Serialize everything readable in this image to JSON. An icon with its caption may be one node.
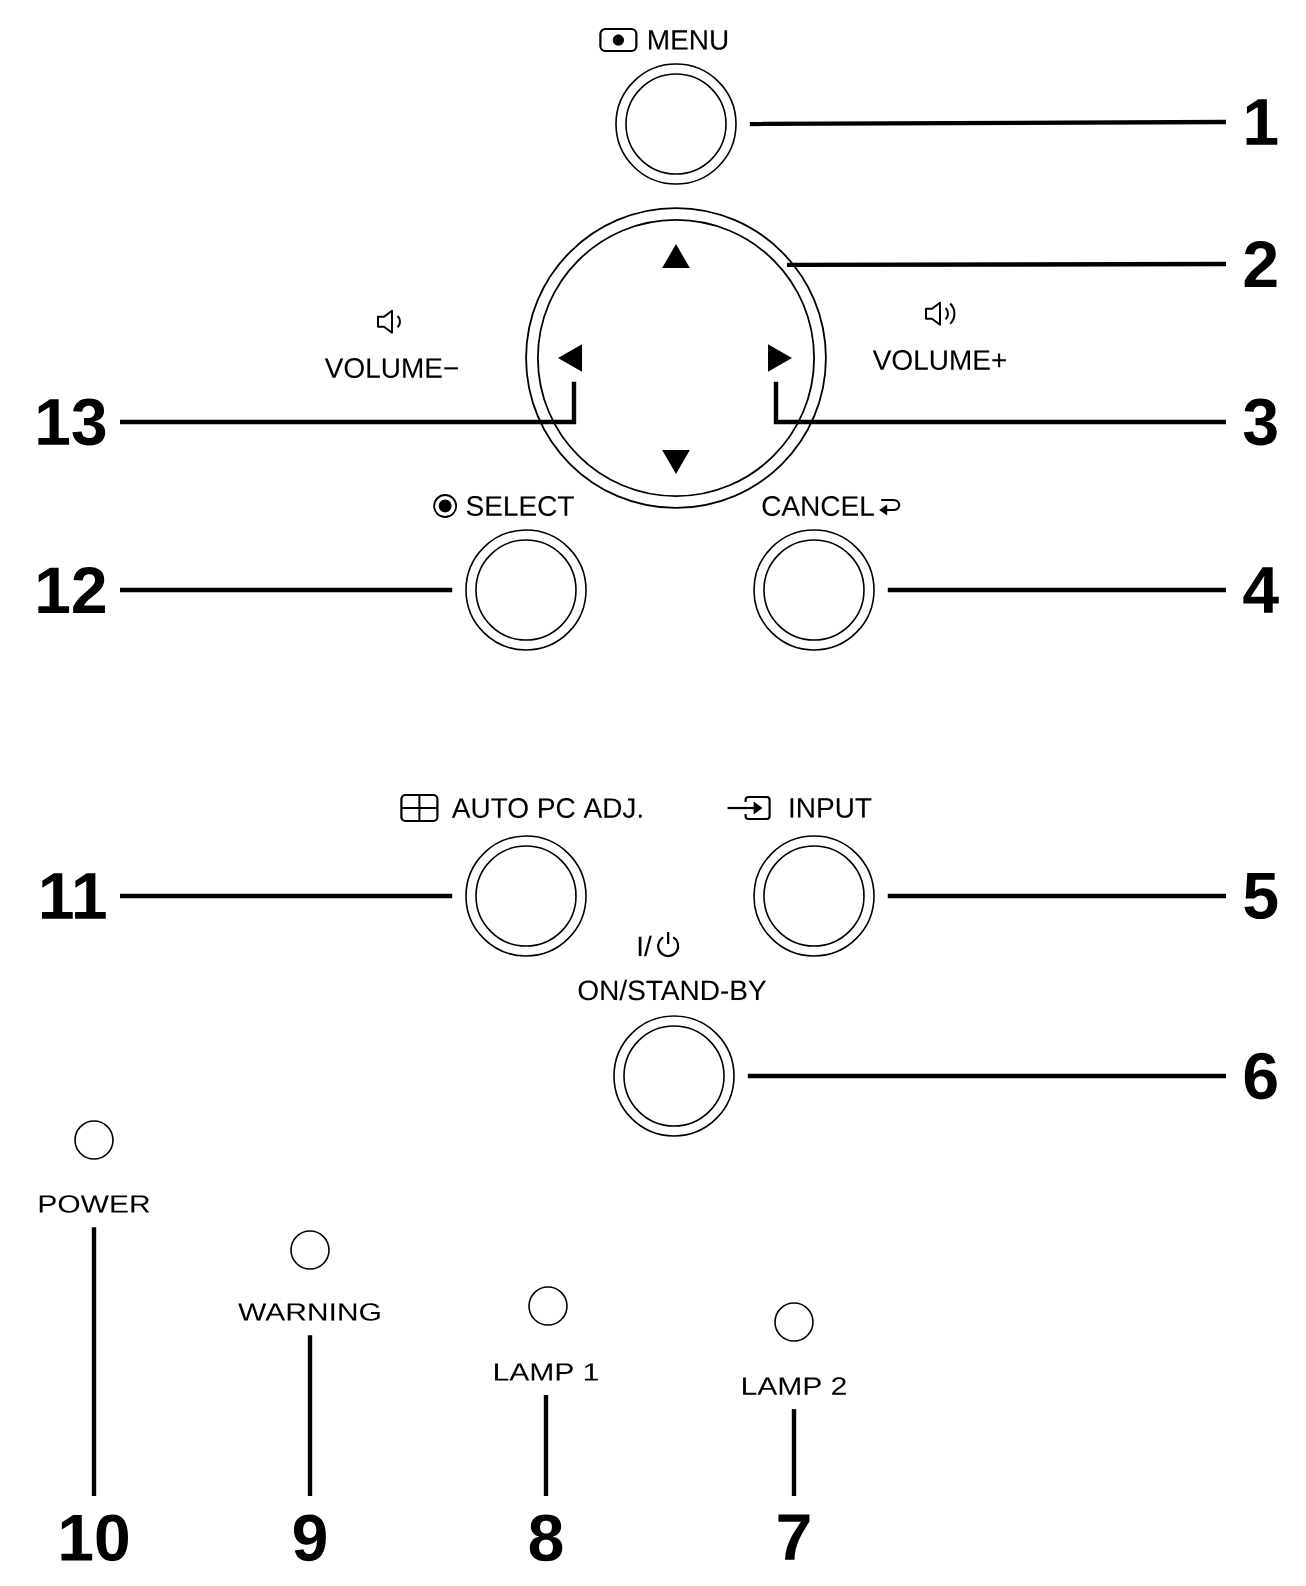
{
  "diagram": {
    "nodes": [
      {
        "text": [
          "MENU"
        ]
      },
      {
        "text": [
          "1"
        ]
      },
      {
        "text": [],
        "shape": "circle"
      },
      {
        "text": [],
        "shape": "triangle",
        "in": 2
      },
      {
        "text": [],
        "shape": "triangle",
        "in": 2
      },
      {
        "text": [],
        "shape": "triangle",
        "in": 2
      },
      {
        "text": [],
        "shape": "triangle",
        "in": 2
      },
      {
        "text": [
          "2"
        ]
      },
      {
        "text": [
          "13"
        ]
      },
      {
        "text": [
          "3"
        ]
      },
      {
        "text": [
          "12"
        ]
      },
      {
        "text": [
          "SELECT"
        ]
      },
      {
        "text": [
          "CANCEL"
        ]
      },
      {
        "text": [
          "4"
        ]
      },
      {
        "text": [
          "11"
        ]
      },
      {
        "text": [
          "AUTO PC ADJ."
        ]
      },
      {
        "text": [
          "INPUT"
        ]
      },
      {
        "text": [
          "5"
        ]
      },
      {
        "text": [
          "I/",
          "ON/STAND-BY"
        ]
      },
      {
        "text": [
          "6"
        ]
      },
      {
        "text": [
          "POWER"
        ]
      },
      {
        "text": [
          "WARNING"
        ]
      },
      {
        "text": [
          "LAMP 1"
        ]
      },
      {
        "text": [
          "LAMP 2"
        ]
      },
      {
        "text": [
          "10"
        ]
      },
      {
        "text": [
          "9"
        ]
      },
      {
        "text": [
          "8"
        ]
      },
      {
        "text": [
          "7"
        ]
      }
    ],
    "edges": [
      {
        "from": 1,
        "to": 0,
        "arrow": "none"
      },
      {
        "from": 7,
        "to": 2,
        "arrow": "none"
      },
      {
        "from": 8,
        "to": 4,
        "arrow": "none"
      },
      {
        "from": 9,
        "to": 5,
        "arrow": "none"
      },
      {
        "from": 10,
        "to": 11,
        "arrow": "none"
      },
      {
        "from": 13,
        "to": 12,
        "arrow": "none"
      },
      {
        "from": 14,
        "to": 15,
        "arrow": "none"
      },
      {
        "from": 17,
        "to": 16,
        "arrow": "none"
      },
      {
        "from": 19,
        "to": 18,
        "arrow": "none"
      },
      {
        "from": 24,
        "to": 20,
        "arrow": "none"
      },
      {
        "from": 25,
        "to": 21,
        "arrow": "none"
      },
      {
        "from": 26,
        "to": 22,
        "arrow": "none"
      },
      {
        "from": 27,
        "to": 23,
        "arrow": "none"
      }
    ],
    "labels": [
      "VOLUME−",
      "VOLUME+"
    ]
  }
}
